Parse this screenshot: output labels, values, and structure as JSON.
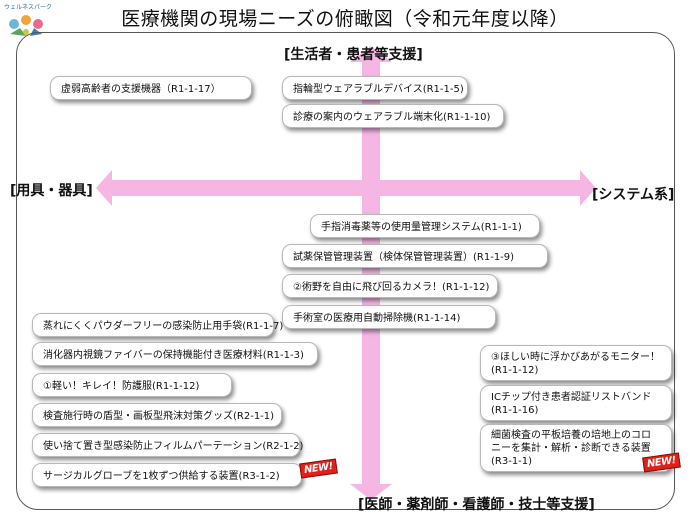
{
  "logo": {
    "text": "ウェルネスパーク"
  },
  "title": "医療機関の現場ニーズの俯瞰図（令和元年度以降）",
  "axes": {
    "top": "[生活者・患者等支援]",
    "left": "[用具・器具]",
    "right": "[システム系]",
    "bottom": "[医師・薬剤師・看護師・技士等支援]"
  },
  "colors": {
    "axis": "#f5b6e4",
    "frame": "#555555",
    "badge": "#e0201a"
  },
  "items": [
    {
      "text": "虚弱高齢者の支援機器（R1-1-17）"
    },
    {
      "text": "指輪型ウェアラブルデバイス(R1-1-5)"
    },
    {
      "text": "診療の案内のウェアラブル端末化(R1-1-10)"
    },
    {
      "text": "手指消毒薬等の使用量管理システム(R1-1-1)"
    },
    {
      "text": "試薬保管管理装置（検体保管管理装置）(R1-1-9)"
    },
    {
      "text": "②術野を自由に飛び回るカメラ！(R1-1-12)"
    },
    {
      "text": "手術室の医療用自動掃除機(R1-1-14)"
    },
    {
      "text": "蒸れにくくパウダーフリーの感染防止用手袋(R1-1-7)"
    },
    {
      "text": "消化器内視鏡ファイバーの保持機能付き医療材料(R1-1-3)"
    },
    {
      "text": "①軽い！キレイ！防護服(R1-1-12)"
    },
    {
      "text": "検査施行時の盾型・画板型飛沫対策グッズ(R2-1-1)"
    },
    {
      "text": "使い捨て置き型感染防止フィルムパーテーション(R2-1-2)"
    },
    {
      "text": "サージカルグローブを1枚ずつ供給する装置(R3-1-2)"
    },
    {
      "line1": "③ほしい時に浮かびあがるモニター！",
      "line2": "(R1-1-12)"
    },
    {
      "line1": "ICチップ付き患者認証リストバンド",
      "line2": "(R1-1-16)"
    },
    {
      "line1": "細菌検査の平板培養の培地上のコロ",
      "line2": "ニーを集計・解析・診断できる装置",
      "line3": "(R3-1-1)"
    }
  ],
  "badges": {
    "new1": "NEW!",
    "new2": "NEW!"
  }
}
